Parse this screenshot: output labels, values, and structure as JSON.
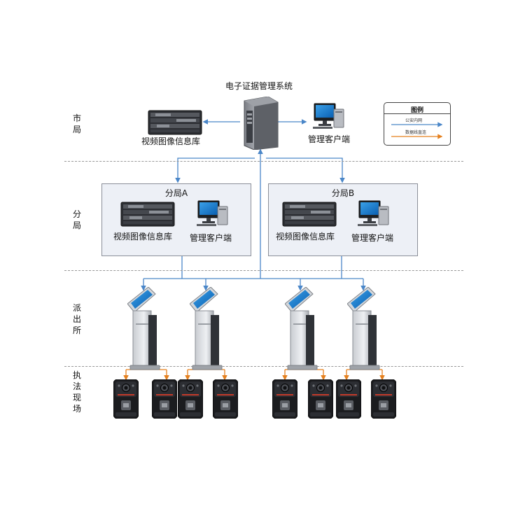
{
  "title": "电子证据管理系统",
  "tiers": {
    "city": "市局",
    "branch": "分局",
    "station": "派出所",
    "field": "执法现场"
  },
  "city_nodes": {
    "video_db": "视频图像信息库",
    "mgmt_client": "管理客户端"
  },
  "branches": [
    {
      "name": "分局A",
      "video_db": "视频图像信息库",
      "mgmt_client": "管理客户端"
    },
    {
      "name": "分局B",
      "video_db": "视频图像信息库",
      "mgmt_client": "管理客户端"
    }
  ],
  "legend": {
    "title": "图例",
    "items": [
      {
        "label": "公安内网",
        "color": "#4a86c8"
      },
      {
        "label": "数据线直连",
        "color": "#e5801e"
      }
    ]
  },
  "colors": {
    "network_line": "#4a86c8",
    "direct_line": "#e5801e",
    "separator": "#999999",
    "branch_box_fill": "#edf0f6"
  }
}
